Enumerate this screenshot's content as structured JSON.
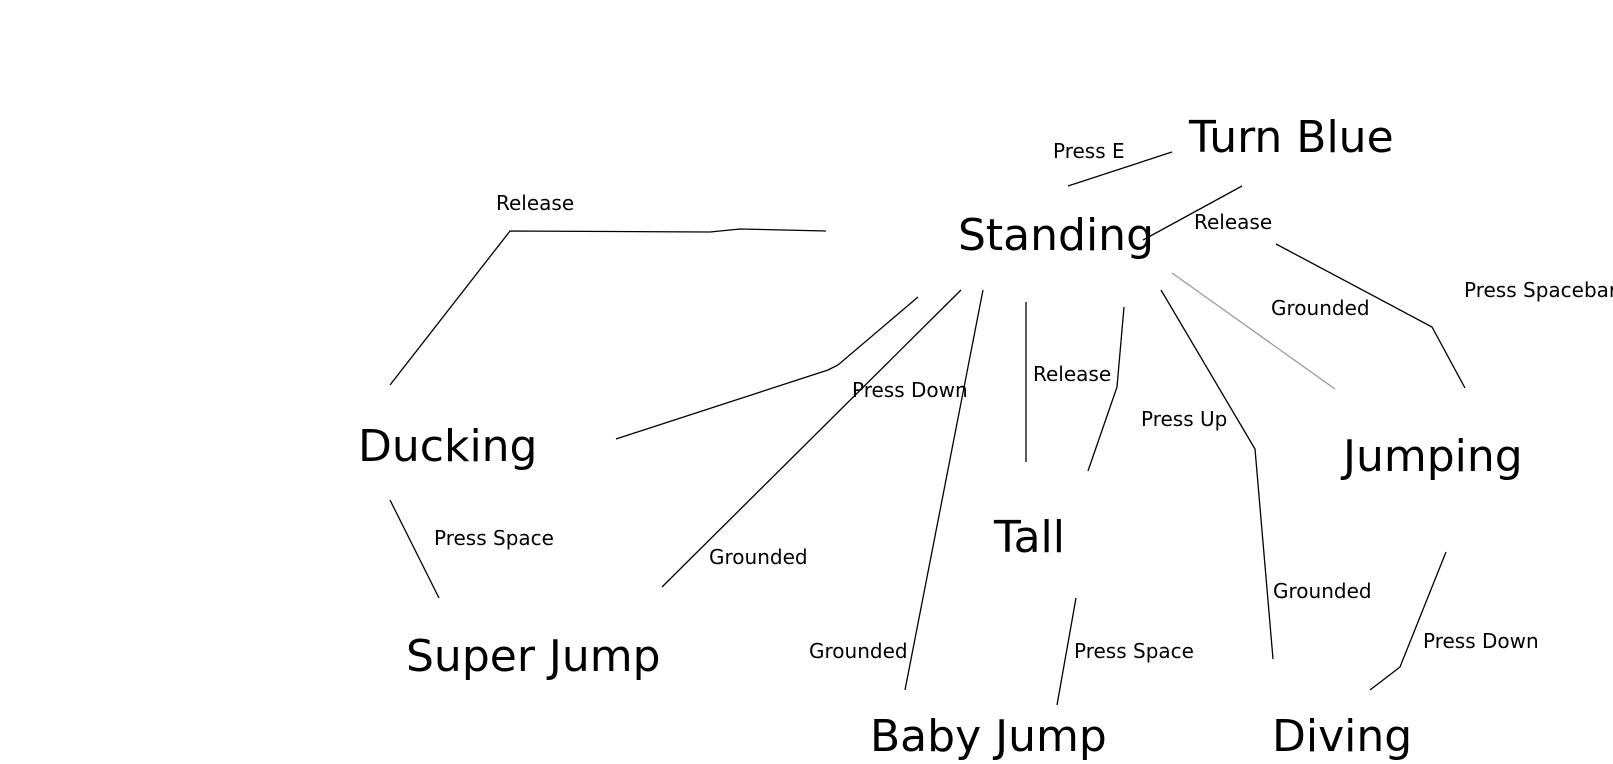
{
  "states": {
    "turn_blue": "Turn Blue",
    "standing": "Standing",
    "ducking": "Ducking",
    "jumping": "Jumping",
    "tall": "Tall",
    "super_jump": "Super Jump",
    "baby_jump": "Baby Jump",
    "diving": "Diving"
  },
  "transitions": {
    "press_e": "Press E",
    "release_turn_blue": "Release",
    "release_ducking": "Release",
    "press_spacebar": "Press Spacebar",
    "grounded_jumping": "Grounded",
    "press_down_ducking": "Press Down",
    "release_tall": "Release",
    "press_up": "Press Up",
    "press_space_ducking": "Press Space",
    "grounded_super_jump": "Grounded",
    "grounded_diving": "Grounded",
    "grounded_baby_jump": "Grounded",
    "press_space_tall": "Press Space",
    "press_down_jumping": "Press Down"
  }
}
